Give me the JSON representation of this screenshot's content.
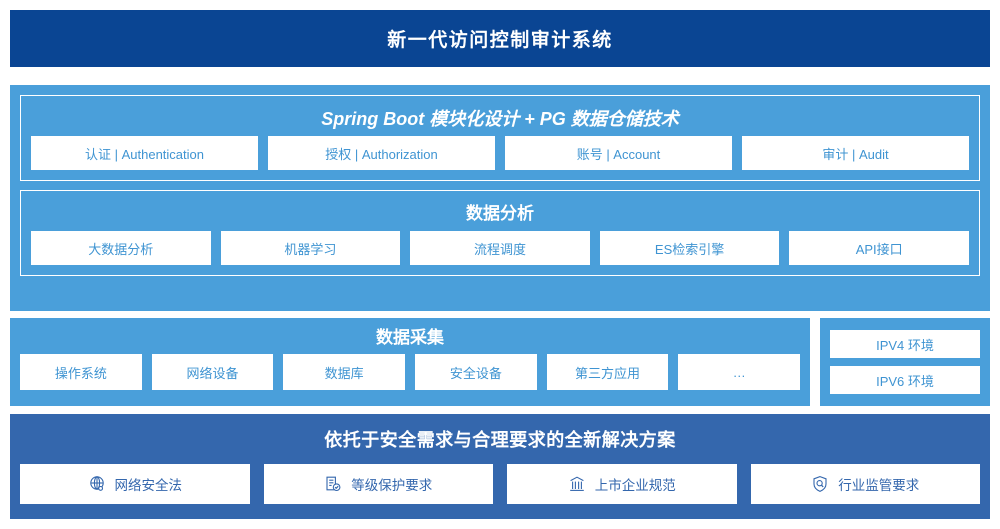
{
  "colors": {
    "header_navy": "#0a4593",
    "panel_light_blue": "#4a9fda",
    "panel_medium_blue": "#3467ad",
    "chip_bg": "#ffffff",
    "chip_text_blue": "#3f94d2",
    "compliance_text_blue": "#3467ad"
  },
  "header": {
    "title": "新一代访问控制审计系统"
  },
  "platform": {
    "groups": [
      {
        "title": "Spring Boot 模块化设计 + PG 数据仓储技术",
        "italic": true,
        "chips": [
          {
            "label": "认证 | Authentication"
          },
          {
            "label": "授权 | Authorization"
          },
          {
            "label": "账号 | Account"
          },
          {
            "label": "审计 | Audit"
          }
        ]
      },
      {
        "title": "数据分析",
        "italic": false,
        "chips": [
          {
            "label": "大数据分析"
          },
          {
            "label": "机器学习"
          },
          {
            "label": "流程调度"
          },
          {
            "label": "ES检索引擎"
          },
          {
            "label": "API接口"
          }
        ]
      }
    ]
  },
  "collection": {
    "title": "数据采集",
    "chips": [
      {
        "label": "操作系统"
      },
      {
        "label": "网络设备"
      },
      {
        "label": "数据库"
      },
      {
        "label": "安全设备"
      },
      {
        "label": "第三方应用"
      },
      {
        "label": "…"
      }
    ]
  },
  "environments": {
    "chips": [
      {
        "label": "IPV4 环境"
      },
      {
        "label": "IPV6 环境"
      }
    ]
  },
  "compliance": {
    "title": "依托于安全需求与合理要求的全新解决方案",
    "chips": [
      {
        "label": "网络安全法",
        "icon": "globe-network-icon"
      },
      {
        "label": "等级保护要求",
        "icon": "document-check-icon"
      },
      {
        "label": "上市企业规范",
        "icon": "bank-building-icon"
      },
      {
        "label": "行业监管要求",
        "icon": "shield-search-icon"
      }
    ]
  }
}
